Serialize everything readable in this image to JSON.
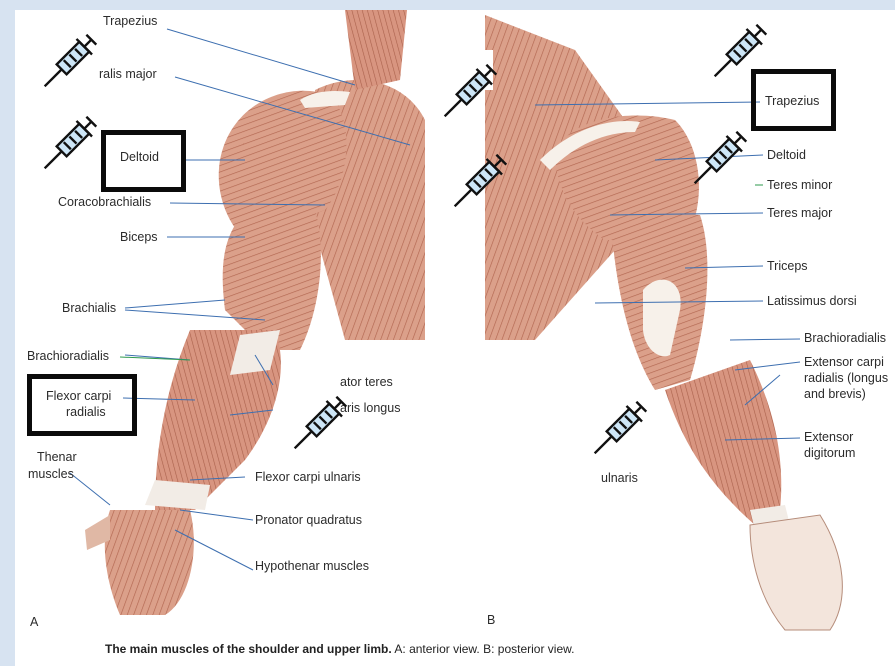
{
  "labels": {
    "trapezius_a": "Trapezius",
    "pectoralis_major": "ralis major",
    "deltoid_a": "Deltoid",
    "coracobrachialis": "Coracobrachialis",
    "biceps": "Biceps",
    "brachialis": "Brachialis",
    "brachioradialis_a": "Brachioradialis",
    "flexor_carpi_radialis_1": "Flexor carpi",
    "flexor_carpi_radialis_2": "radialis",
    "pronator_teres": "ator teres",
    "palmaris_longus": "aris longus",
    "thenar_1": "Thenar",
    "thenar_2": "muscles",
    "flexor_carpi_ulnaris": "Flexor carpi ulnaris",
    "pronator_quadratus": "Pronator quadratus",
    "hypothenar": "Hypothenar muscles",
    "trapezius_b": "Trapezius",
    "deltoid_b": "Deltoid",
    "teres_minor": "Teres minor",
    "teres_major": "Teres major",
    "triceps": "Triceps",
    "latissimus": "Latissimus dorsi",
    "brachioradialis_b": "Brachioradialis",
    "ext_carpi_1": "Extensor carpi",
    "ext_carpi_2": "radialis (longus",
    "ext_carpi_3": "and brevis)",
    "ext_dig_1": "Extensor",
    "ext_dig_2": "digitorum",
    "ulnaris": "ulnaris",
    "view_a": "A",
    "view_b": "B"
  },
  "caption": {
    "bold": "The main muscles of the shoulder and upper limb.",
    "a_key": "A:",
    "a_text": " anterior view. ",
    "b_key": "B:",
    "b_text": " posterior view."
  },
  "colors": {
    "muscle": "#d99a84",
    "muscle_dark": "#b86d58",
    "tendon": "#f2ece6",
    "leader_blue": "#3d6fb0",
    "leader_green": "#2e9a4e",
    "syringe_fill": "#cde6f7"
  },
  "icons": [
    "syringe-icon"
  ]
}
